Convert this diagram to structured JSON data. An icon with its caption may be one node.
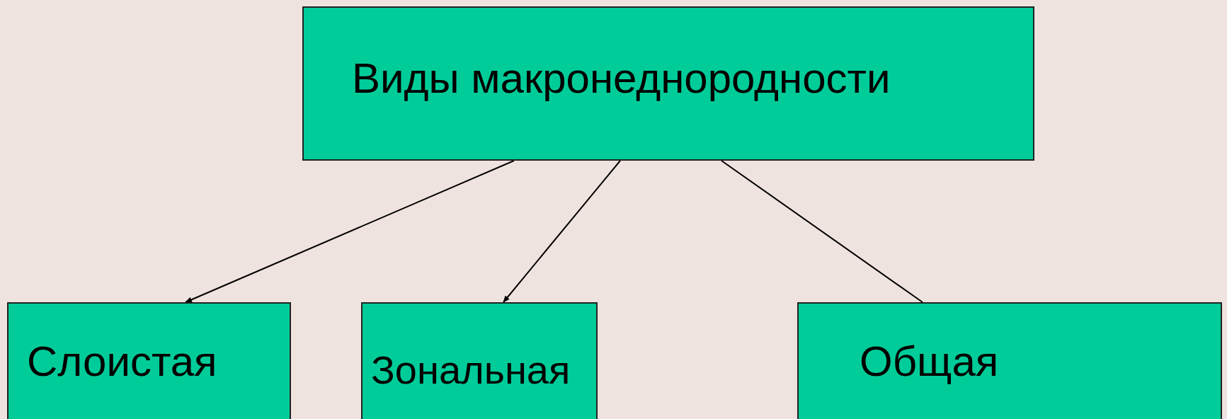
{
  "diagram": {
    "nodes": [
      {
        "text": [
          "Виды макронеднородности"
        ]
      },
      {
        "text": [
          "Слоистая"
        ]
      },
      {
        "text": [
          "Зональная"
        ]
      },
      {
        "text": [
          "Общая"
        ]
      }
    ],
    "edges": [
      {
        "from": 0,
        "to": 1,
        "arrow": "to"
      },
      {
        "from": 0,
        "to": 2,
        "arrow": "to"
      },
      {
        "from": 0,
        "to": 3,
        "arrow": "none"
      }
    ]
  }
}
